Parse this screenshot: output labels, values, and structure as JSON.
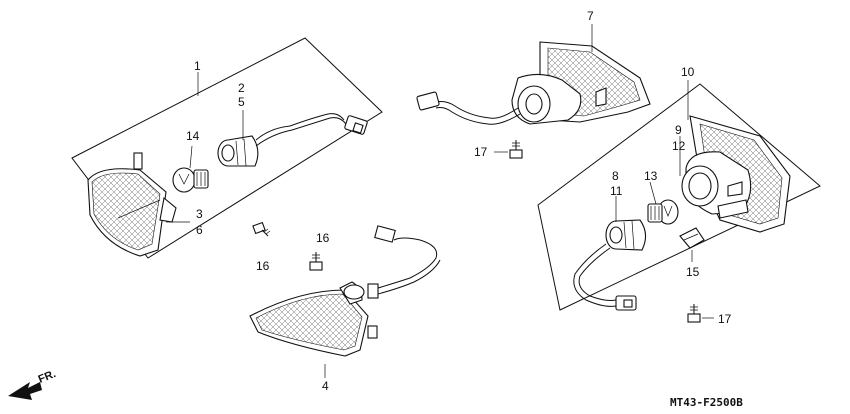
{
  "diagram_code": "MT43-F2500B",
  "direction_label": "FR.",
  "callouts": {
    "c1": "1",
    "c2": "2",
    "c3": "3",
    "c4": "4",
    "c5": "5",
    "c6": "6",
    "c7": "7",
    "c8": "8",
    "c9": "9",
    "c10": "10",
    "c11": "11",
    "c12": "12",
    "c13": "13",
    "c14": "14",
    "c15": "15",
    "c16a": "16",
    "c16b": "16",
    "c17a": "17",
    "c17b": "17"
  }
}
